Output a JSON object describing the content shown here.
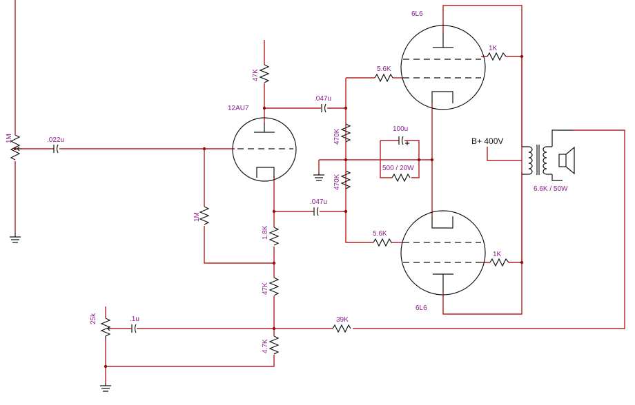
{
  "labels": {
    "pot_input": "1M",
    "cap_input": ".022u",
    "tube_preamp": "12AU7",
    "res_plate": "47K",
    "cap_top": ".047u",
    "res_grid_top": "5.6K",
    "res_screen_top": "1K",
    "tube_top": "6L6",
    "res_bias_top": "470K",
    "cap_cathode": "100u",
    "res_cathode": "500 / 20W",
    "supply": "B+ 400V",
    "res_bias_bottom": "470K",
    "cap_bottom": ".047u",
    "res_grid_bottom": "5.6K",
    "res_screen_bottom": "1K",
    "tube_bottom": "6L6",
    "res_grid_leak": "1M",
    "res_cathode_small": "1.8K",
    "res_tail": "47K",
    "pot_feedback": "25k",
    "cap_feedback": ".1u",
    "res_feedback": "39K",
    "res_bottom": "4.7K",
    "transformer": "6.6K / 50W"
  },
  "colors": {
    "wire": "#b42020",
    "label": "#8a1d8a",
    "component": "#111111"
  }
}
